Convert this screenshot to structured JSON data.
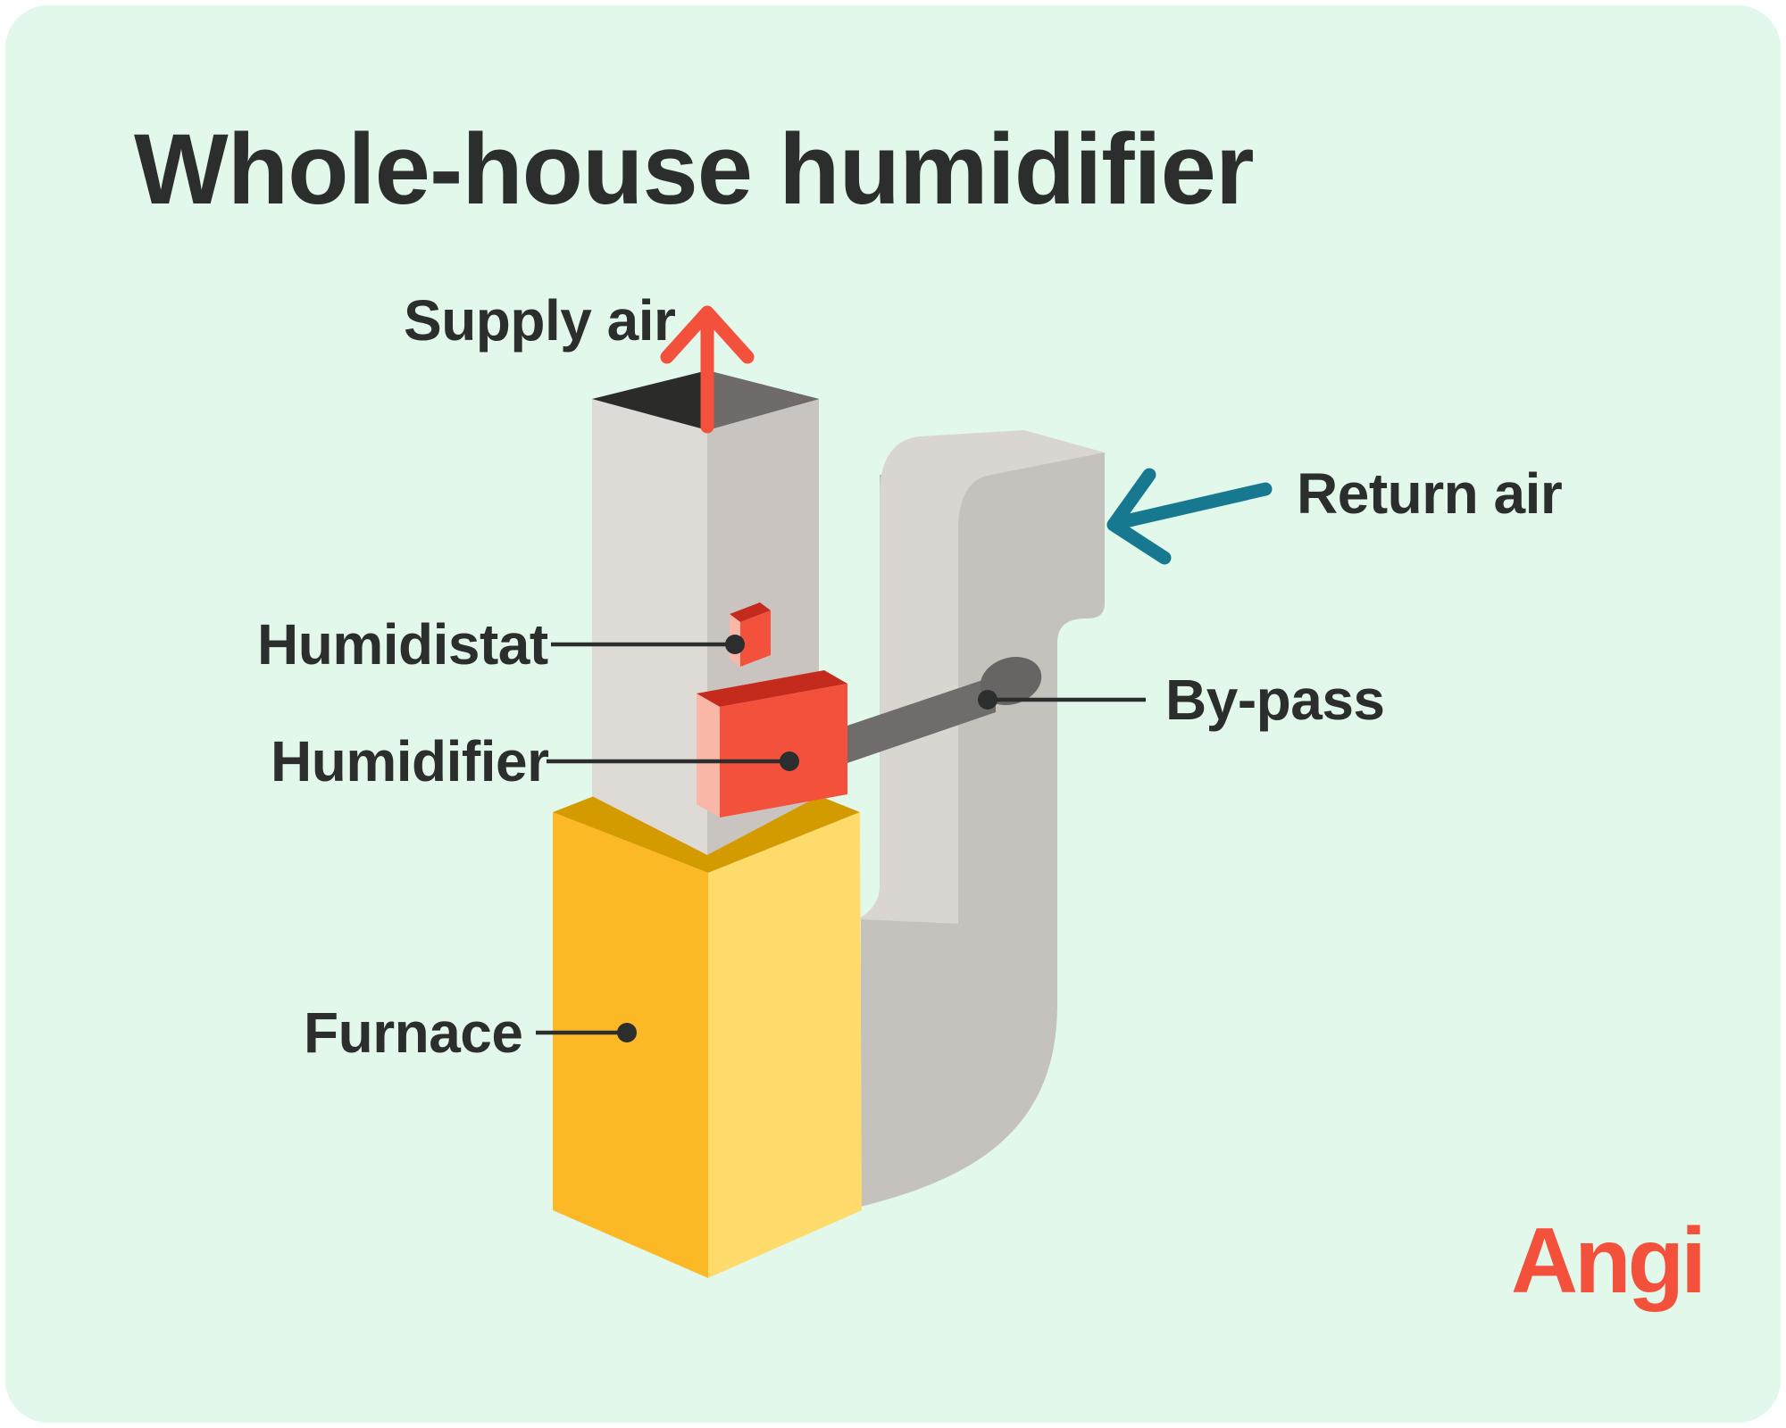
{
  "title": "Whole-house humidifier",
  "brand": {
    "logo_text": "Angi"
  },
  "diagram": {
    "labels": {
      "supply_air": "Supply air",
      "return_air": "Return air",
      "humidistat": "Humidistat",
      "humidifier": "Humidifier",
      "by_pass": "By-pass",
      "furnace": "Furnace"
    },
    "colors": {
      "page": "#FFFFFF",
      "panel_background": "#E2F8EB",
      "text_dark": "#2B2E2C",
      "coral": "#F4513D",
      "coral_dark": "#C42B1D",
      "coral_light": "#F9B7A8",
      "teal": "#17798F",
      "furnace_front": "#FCB825",
      "furnace_side": "#FFDB6C",
      "furnace_top": "#D49B00",
      "supply_duct_left": "#DEDAD5",
      "supply_duct_right": "#C9C4BF",
      "duct_opening_dark": "#2B2B28",
      "duct_opening_inner": "#6E6B68",
      "return_duct_main": "#C5C1BC",
      "return_duct_highlight": "#D9D5D0",
      "bypass_tube": "#6F6D6B",
      "bypass_collar": "#676563"
    }
  }
}
